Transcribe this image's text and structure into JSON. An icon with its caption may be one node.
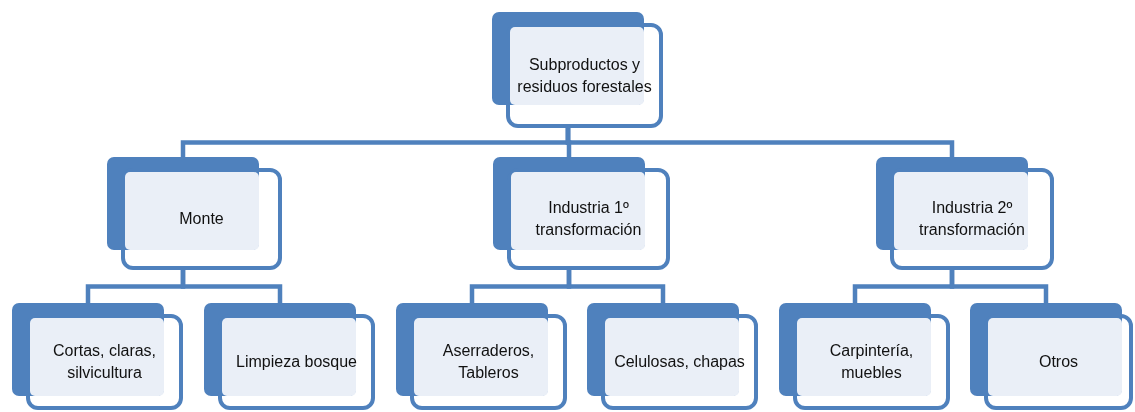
{
  "diagram": {
    "nodes": [
      {
        "text": [
          "Subproductos y residuos forestales"
        ]
      },
      {
        "text": [
          "Monte"
        ]
      },
      {
        "text": [
          "Industria 1º transformación"
        ]
      },
      {
        "text": [
          "Industria 2º transformación"
        ]
      },
      {
        "text": [
          "Cortas, claras, silvicultura"
        ]
      },
      {
        "text": [
          "Limpieza bosque"
        ]
      },
      {
        "text": [
          "Aserraderos, Tableros"
        ]
      },
      {
        "text": [
          "Celulosas, chapas"
        ]
      },
      {
        "text": [
          "Carpintería, muebles"
        ]
      },
      {
        "text": [
          "Otros"
        ]
      }
    ],
    "edges": [
      {
        "from": 0,
        "to": 1,
        "arrow": "none"
      },
      {
        "from": 0,
        "to": 2,
        "arrow": "none"
      },
      {
        "from": 0,
        "to": 3,
        "arrow": "none"
      },
      {
        "from": 1,
        "to": 4,
        "arrow": "none"
      },
      {
        "from": 1,
        "to": 5,
        "arrow": "none"
      },
      {
        "from": 2,
        "to": 6,
        "arrow": "none"
      },
      {
        "from": 2,
        "to": 7,
        "arrow": "none"
      },
      {
        "from": 3,
        "to": 8,
        "arrow": "none"
      },
      {
        "from": 3,
        "to": 9,
        "arrow": "none"
      }
    ]
  }
}
